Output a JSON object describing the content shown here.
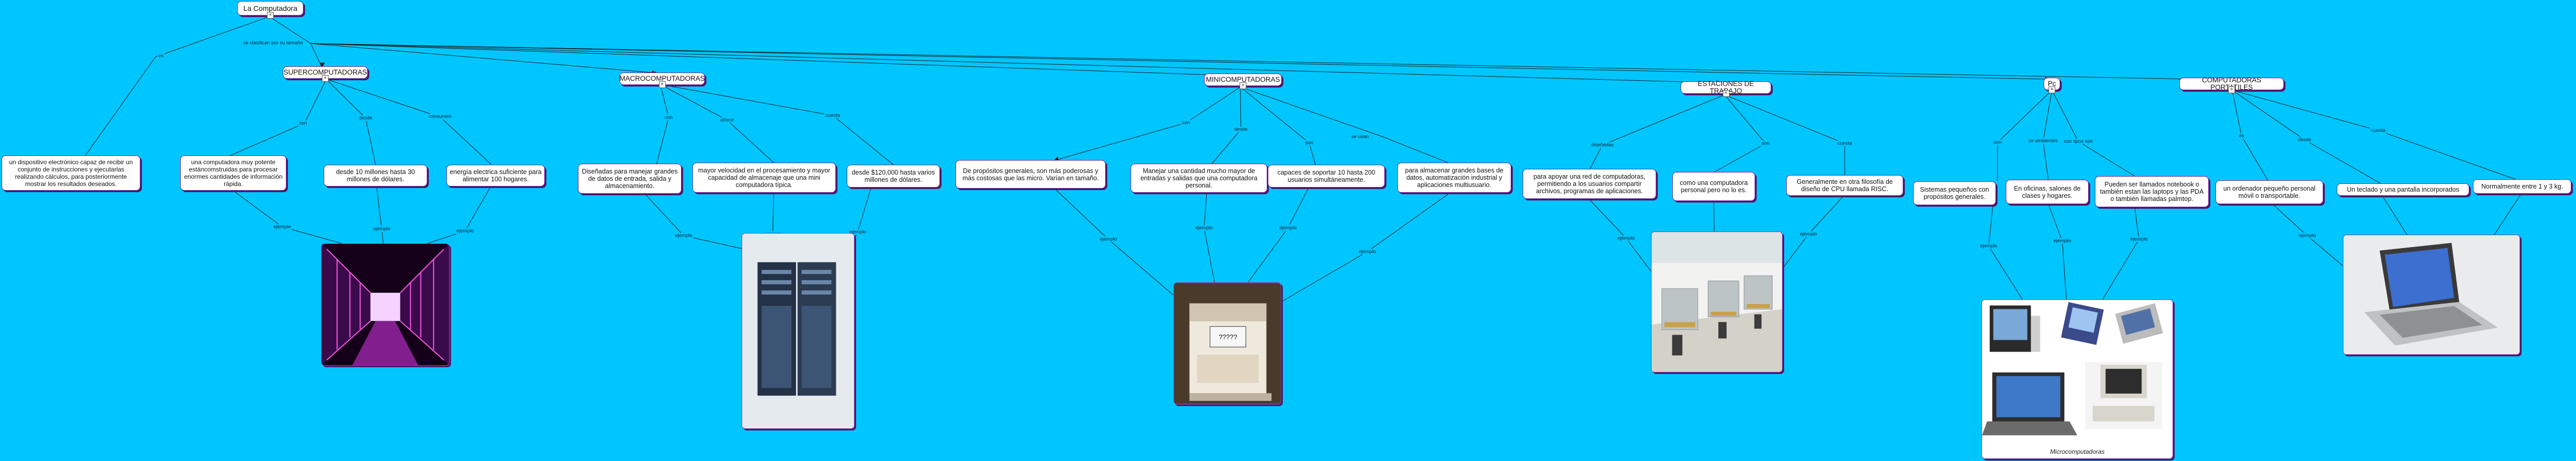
{
  "root": "La Computadora",
  "link_labels": {
    "es": "es",
    "se_clasifican": "se clasifican por su tamaño",
    "son": "son",
    "desde": "desde",
    "cuesta": "cuesta",
    "ofrece": "ofrece",
    "consumen": "consumen",
    "se_usan": "se usan",
    "disenadas": "diseñadas",
    "en_ambientes": "se ambientes",
    "con_tipos": "con tipos son",
    "ejemplo": "ejemplo"
  },
  "definition": "un dispositivo electrónico capaz de recibir un conjunto de instrucciones y ejecutarlas realizando cálculos, para posteriormente mostrar los resultados deseados.",
  "categories": {
    "super": {
      "title": "SUPERCOMPUTADORAS",
      "desc": "una computadora muy potente estáncomstruidas para procesar enormes cantidades de información rápida.",
      "cost": "desde 10 millones hasta 30 millones de dólares.",
      "energy": "energía electrica suficiente para alimentar 100 hogares."
    },
    "macro": {
      "title": "MACROCOMPUTADORAS",
      "desc": "Diseñadas para manejar grandes de datos de entrada, salida y almacenamiento.",
      "speed": "mayor velocidad en el procesamiento y mayor capacidad de almacenaje que una mini computadora típica.",
      "cost": "desde $120,000 hasta varios millones de dólares."
    },
    "mini": {
      "title": "MINICOMPUTADORAS",
      "desc": "De propósitos generales, son más poderosas y más costosas que las micro. Varían en tamaño.",
      "io": "Manejar una cantidad mucho mayor de entradas y salidas que una computadora personal.",
      "users": "capaces de soportar 10 hasta 200 usuarios simultáneamente.",
      "storage": "para almacenar grandes bases de datos, automatización industrial y aplicaciones multiusuario.",
      "screen_label": "?????"
    },
    "workstation": {
      "title": "ESTACIONES DE TRABAJO",
      "desc": "para apoyar una red de computadoras, permitiendo a los usuarios compartir archivos, programas de aplicaciones.",
      "pc": "como una computadora personal pero no lo es.",
      "risc": "Generalmente en otra filosofía de diseño de CPU llamada RISC."
    },
    "pc": {
      "title": "Pc",
      "small": "Sistemas pequeños con propósitos generales.",
      "offices": "En oficinas, salones de clases y hogares.",
      "notebook": "Pueden ser llamados notebook o también estan las laptops y las PDA o también llamadas palmtop.",
      "caption": "Microcomputadoras"
    },
    "laptop": {
      "title": "COMPUTADORAS PORTATILES",
      "small": "un ordenador pequeño personal móvil o transportable.",
      "keyboard": "Un teclado y una pantalla incorporados",
      "weight": "Normalmente entre 1 y 3 kg."
    }
  },
  "colors": {
    "background": "#00c6ff",
    "border": "#7a1fa2",
    "shadow": "#4a1a6a",
    "line": "#1a1a1a"
  }
}
